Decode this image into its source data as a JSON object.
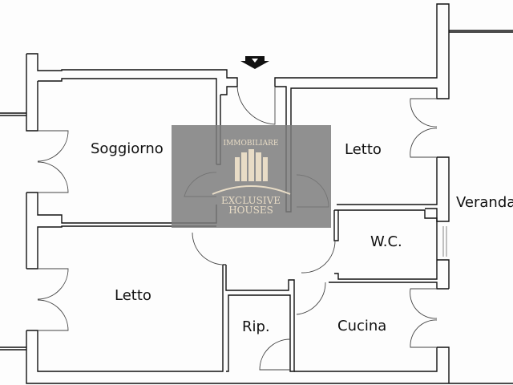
{
  "floorplan": {
    "rooms": [
      {
        "id": "soggiorno",
        "label": "Soggiorno"
      },
      {
        "id": "letto-top",
        "label": "Letto"
      },
      {
        "id": "veranda",
        "label": "Veranda"
      },
      {
        "id": "wc",
        "label": "W.C."
      },
      {
        "id": "letto-bottom",
        "label": "Letto"
      },
      {
        "id": "ripostiglio",
        "label": "Rip."
      },
      {
        "id": "cucina",
        "label": "Cucina"
      }
    ],
    "entrance_icon": "entrance-arrow-icon"
  },
  "watermark": {
    "line1": "IMMOBILIARE",
    "line2": "EXCLUSIVE",
    "line3": "HOUSES",
    "box_color": "#7d7d7d",
    "text_color": "#e8dcc6"
  }
}
